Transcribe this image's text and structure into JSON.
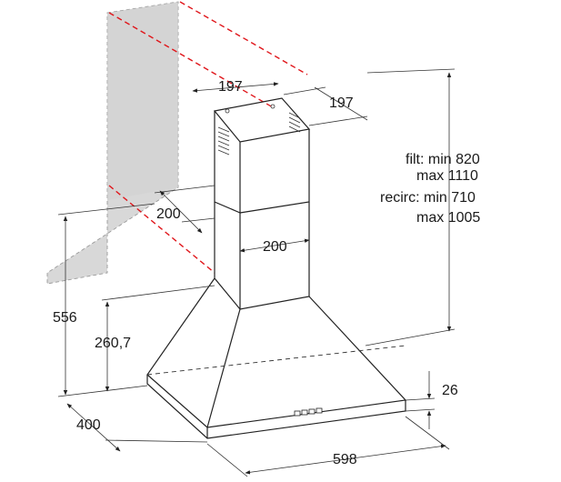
{
  "colors": {
    "wall_fill": "#d8d8d8",
    "reference_line": "#e0161b",
    "outline": "#222222"
  },
  "dimensions": {
    "chimney_width_top": "197",
    "chimney_depth_top": "197",
    "chimney_depth_lower": "200",
    "chimney_width_lower": "200",
    "total_height": "556",
    "hood_body_height": "260,7",
    "hood_depth": "400",
    "hood_width": "598",
    "edge_thickness": "26"
  },
  "height_notes": {
    "filt_line1": "filt: min 820",
    "filt_line2": "max 1110",
    "recirc_line1": "recirc: min 710",
    "recirc_line2": "max 1005"
  }
}
